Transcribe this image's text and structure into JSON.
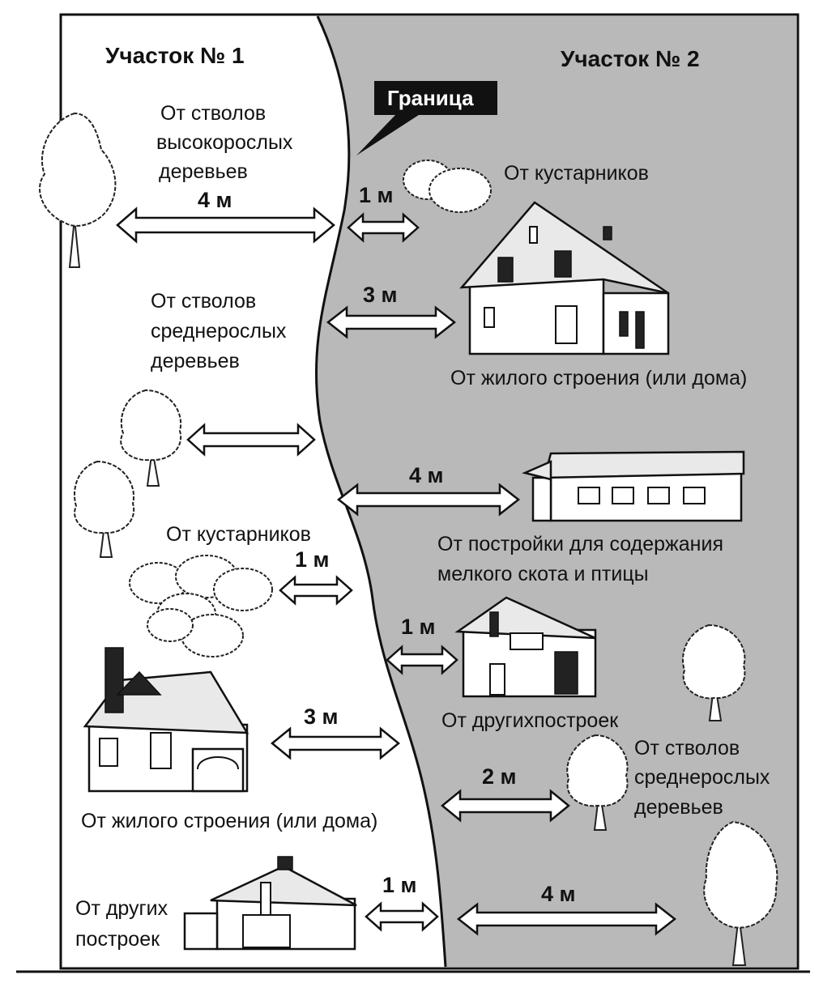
{
  "plots": {
    "plot1_title": "Участок № 1",
    "plot2_title": "Участок № 2",
    "border_label": "Граница"
  },
  "left": {
    "tall_trees_l1": "От стволов",
    "tall_trees_l2": "высокорослых",
    "tall_trees_l3": "деревьев",
    "tall_trees_dist": "4 м",
    "medium_trees_l1": "От стволов",
    "medium_trees_l2": "среднерослых",
    "medium_trees_l3": "деревьев",
    "shrubs": "От кустарников",
    "shrubs_dist": "1 м",
    "house": "От жилого строения (или дома)",
    "house_dist": "3 м",
    "other_buildings_l1": "От других",
    "other_buildings_l2": "построек",
    "other_buildings_dist": "1 м"
  },
  "right": {
    "shrubs": "От кустарников",
    "shrubs_dist": "1 м",
    "house": "От жилого строения (или дома)",
    "house_dist": "3 м",
    "livestock_l1": "От постройки для содержания",
    "livestock_l2": "мелкого скота и птицы",
    "livestock_dist": "4 м",
    "other_buildings": "От другихпостроек",
    "other_buildings_dist": "1 м",
    "medium_trees_l1": "От стволов",
    "medium_trees_l2": "среднерослых",
    "medium_trees_l3": "деревьев",
    "medium_trees_dist": "2 м",
    "tall_trees_dist": "4 м"
  },
  "colors": {
    "plot1_bg": "#ffffff",
    "plot2_bg": "#b9b9b9",
    "border_label_bg": "#111111"
  }
}
